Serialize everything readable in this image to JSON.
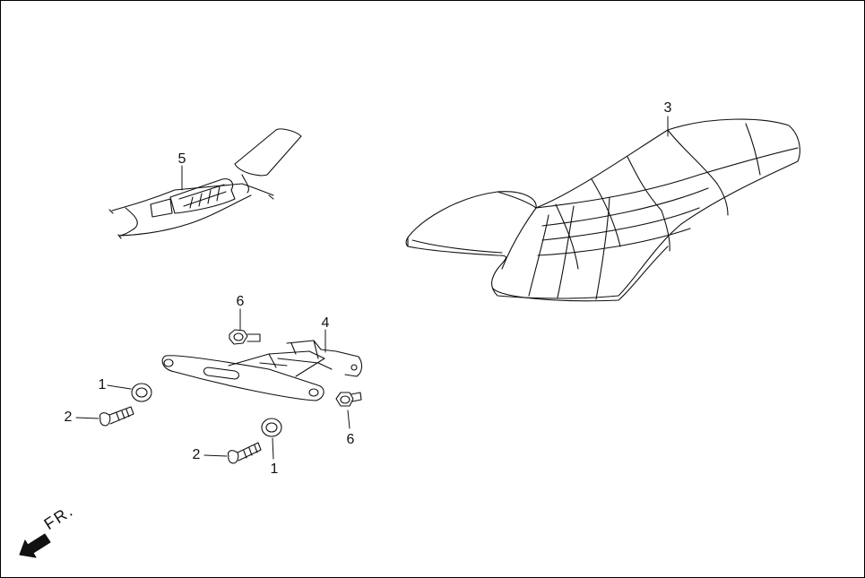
{
  "callouts": {
    "c1a": "1",
    "c1b": "1",
    "c2a": "2",
    "c2b": "2",
    "c3": "3",
    "c4": "4",
    "c5": "5",
    "c6a": "6",
    "c6b": "6"
  },
  "direction_label": "FR.",
  "colors": {
    "line": "#111111",
    "background": "#ffffff"
  }
}
